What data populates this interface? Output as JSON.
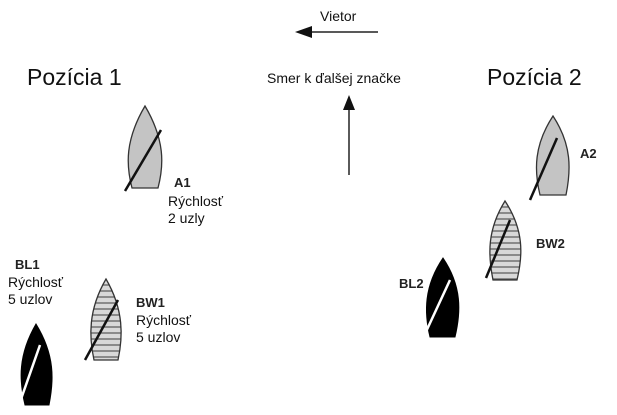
{
  "wind_label": "Vietor",
  "next_mark_label": "Smer k ďalšej značke",
  "position1_title": "Pozícia 1",
  "position2_title": "Pozícia 2",
  "boats": {
    "A1": {
      "name": "A1",
      "speed_label": "Rýchlosť",
      "speed_value": "2 uzly",
      "style": "gray"
    },
    "BL1": {
      "name": "BL1",
      "speed_label": "Rýchlosť",
      "speed_value": "5 uzlov",
      "style": "black"
    },
    "BW1": {
      "name": "BW1",
      "speed_label": "Rýchlosť",
      "speed_value": "5 uzlov",
      "style": "striped"
    },
    "A2": {
      "name": "A2",
      "style": "gray"
    },
    "BW2": {
      "name": "BW2",
      "style": "striped"
    },
    "BL2": {
      "name": "BL2",
      "style": "black"
    }
  },
  "colors": {
    "gray_hull": "#c4c4c4",
    "black_hull": "#000000",
    "outline": "#333333"
  }
}
